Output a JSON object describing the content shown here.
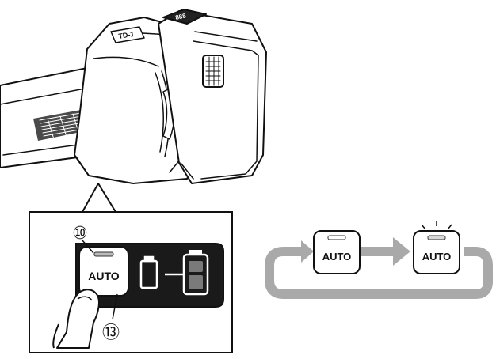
{
  "tool": {
    "model_plate": "TD-1",
    "led_text": "888"
  },
  "inset": {
    "button_label": "AUTO",
    "callout_top": "⑩",
    "callout_bottom": "⑬"
  },
  "cycle": {
    "left_button_label": "AUTO",
    "right_button_label": "AUTO"
  },
  "colors": {
    "ink": "#111111",
    "panel": "#1a1a1a",
    "arrow": "#a9a9a9",
    "paper": "#ffffff"
  }
}
